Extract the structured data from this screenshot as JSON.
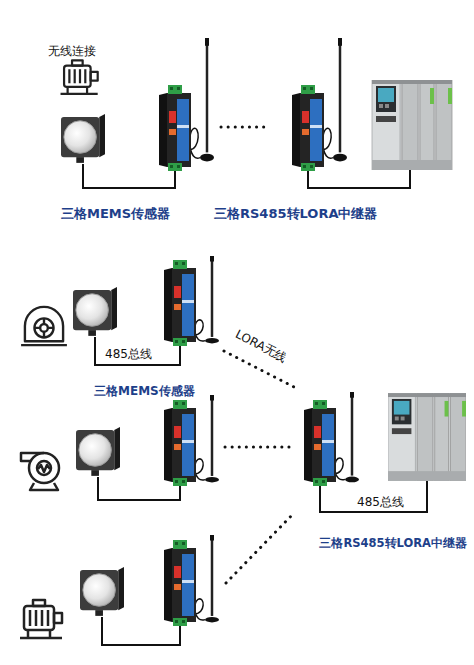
{
  "diagram": {
    "labels": [
      "无线连接",
      "三格MEMS传感器",
      "三格RS485转LORA中继器",
      "485总线",
      "LORA无线",
      "三格MEMS传感器",
      "485总线",
      "三格RS485转LORA中继器"
    ]
  }
}
